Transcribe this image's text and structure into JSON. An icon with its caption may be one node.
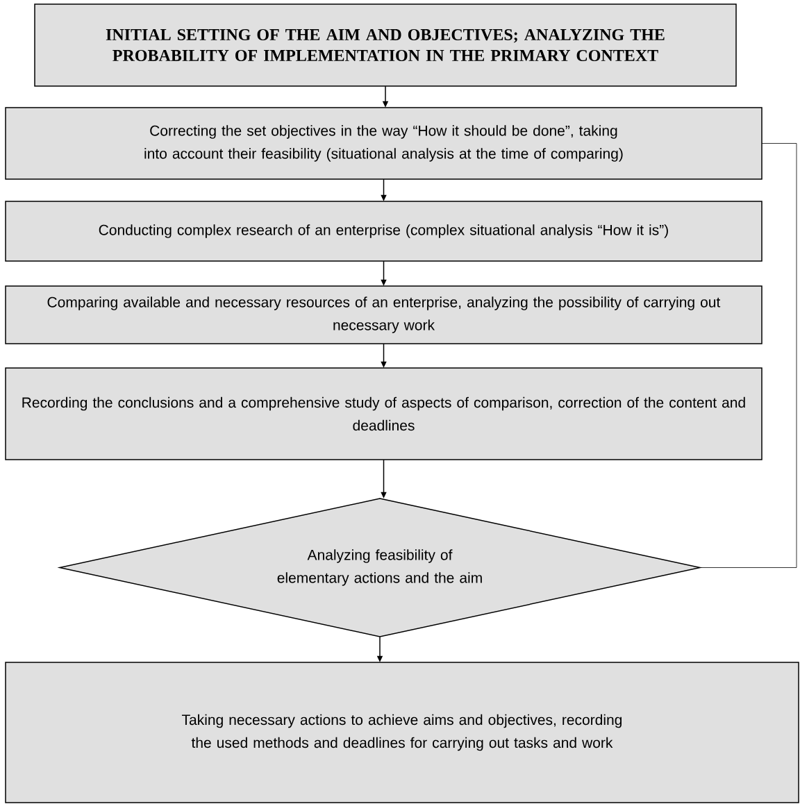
{
  "diagram": {
    "nodes": [
      {
        "text": [
          "INITIAL SETTING OF THE AIM AND OBJECTIVES; ANALYZING THE PROBABILITY OF IMPLEMENTATION IN THE PRIMARY CONTEXT"
        ]
      },
      {
        "text": [
          "Correcting the set objectives in the way “How it should be done”, taking into account their feasibility (situational analysis at the time of comparing)"
        ]
      },
      {
        "text": [
          "Conducting complex research of an enterprise (complex situational analysis “How it is”)"
        ]
      },
      {
        "text": [
          "Comparing available and necessary resources of an enterprise, analyzing the possibility of carrying out necessary work"
        ]
      },
      {
        "text": [
          "Recording the conclusions and a comprehensive study of aspects of comparison, correction of the content and deadlines"
        ]
      },
      {
        "text": [
          "Analyzing feasibility of elementary actions and the aim"
        ]
      },
      {
        "text": [
          "Taking necessary actions to achieve aims and objectives, recording the used methods and deadlines for carrying out tasks and work"
        ]
      }
    ],
    "edges": [
      {
        "from": 0,
        "to": 1,
        "arrow": "to"
      },
      {
        "from": 1,
        "to": 2,
        "arrow": "to"
      },
      {
        "from": 2,
        "to": 3,
        "arrow": "to"
      },
      {
        "from": 3,
        "to": 4,
        "arrow": "to"
      },
      {
        "from": 4,
        "to": 5,
        "arrow": "to"
      },
      {
        "from": 5,
        "to": 6,
        "arrow": "to"
      },
      {
        "from": 5,
        "to": 1,
        "arrow": "none"
      }
    ]
  }
}
